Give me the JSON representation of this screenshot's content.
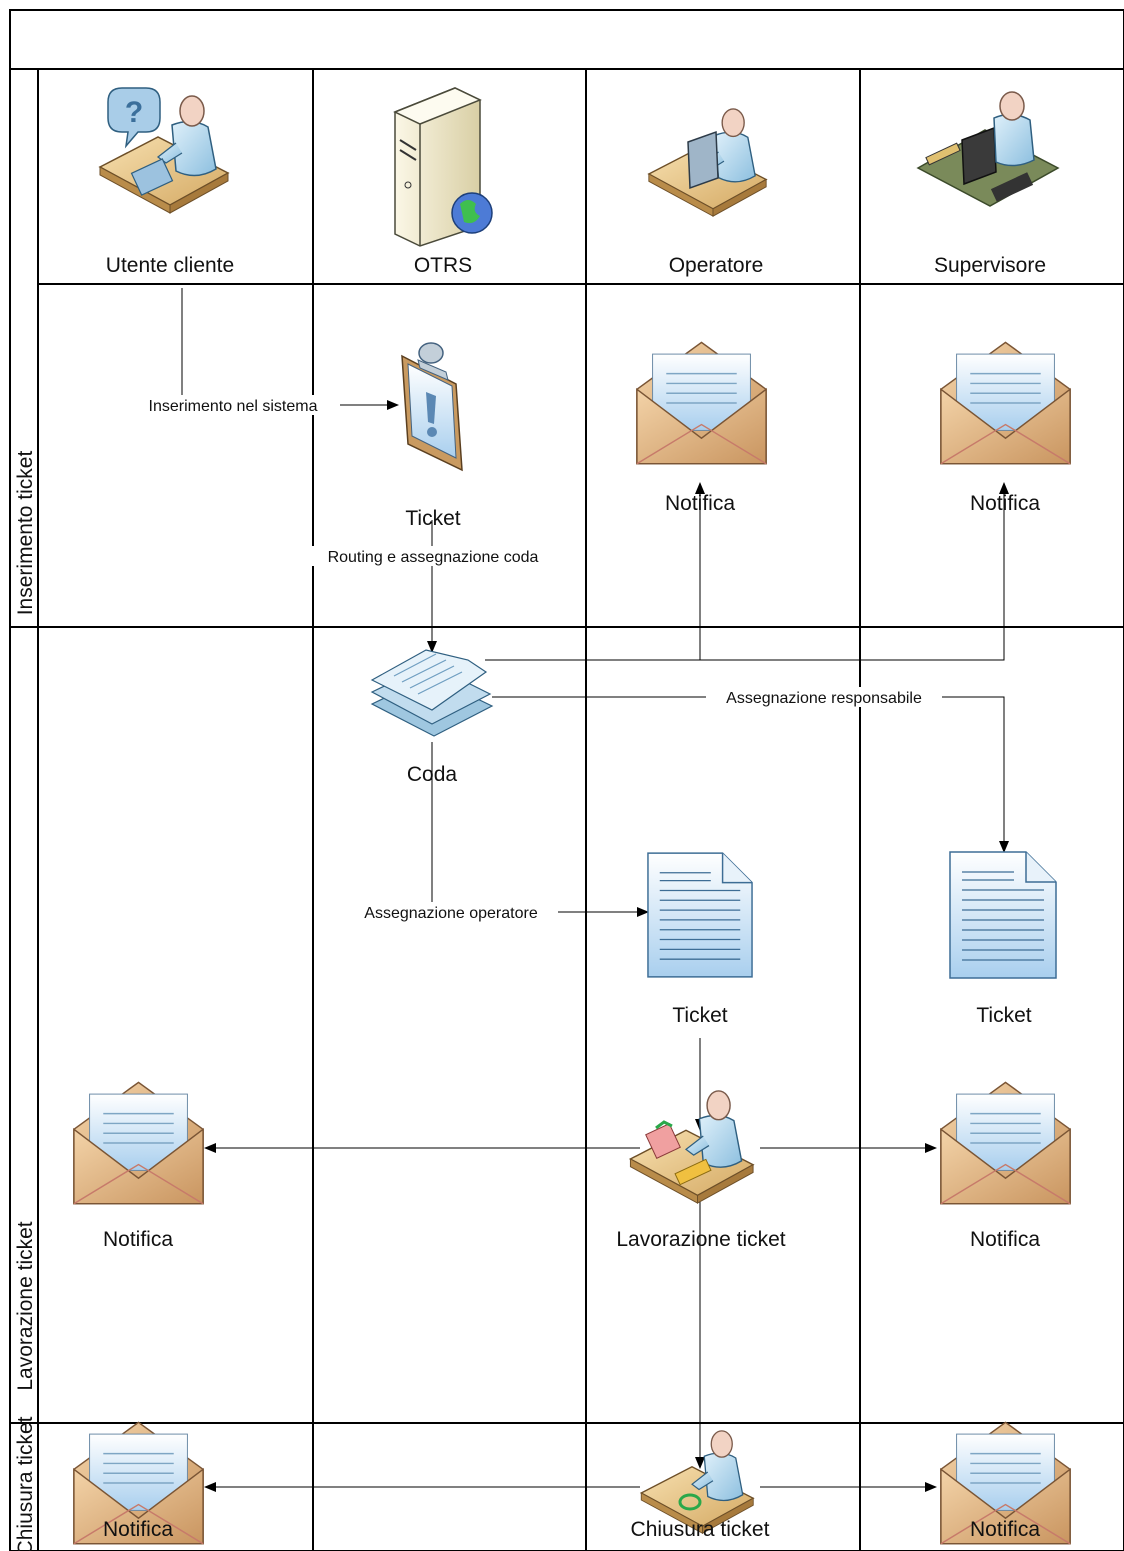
{
  "title": "",
  "lanes": [
    "Inserimento ticket",
    "Lavorazione ticket",
    "Chiusura ticket"
  ],
  "actors": [
    "Utente cliente",
    "OTRS",
    "Operatore",
    "Supervisore"
  ],
  "nodes": {
    "ticket_otrs": "Ticket",
    "notifica": "Notifica",
    "coda": "Coda",
    "ticket": "Ticket",
    "lavorazione": "Lavorazione ticket",
    "chiusura": "Chiusura ticket"
  },
  "edges": {
    "inserimento": "Inserimento nel sistema",
    "routing": "Routing e assegnazione coda",
    "responsabile": "Assegnazione responsabile",
    "operatore": "Assegnazione operatore"
  },
  "colors": {
    "line": "#000000",
    "skin": "#f2d3c4",
    "shirt": "#b9dcef",
    "desk": "#e8c98f",
    "envelope": "#e3b888",
    "paper": "#d9ebf7",
    "server": "#f0ead0"
  }
}
